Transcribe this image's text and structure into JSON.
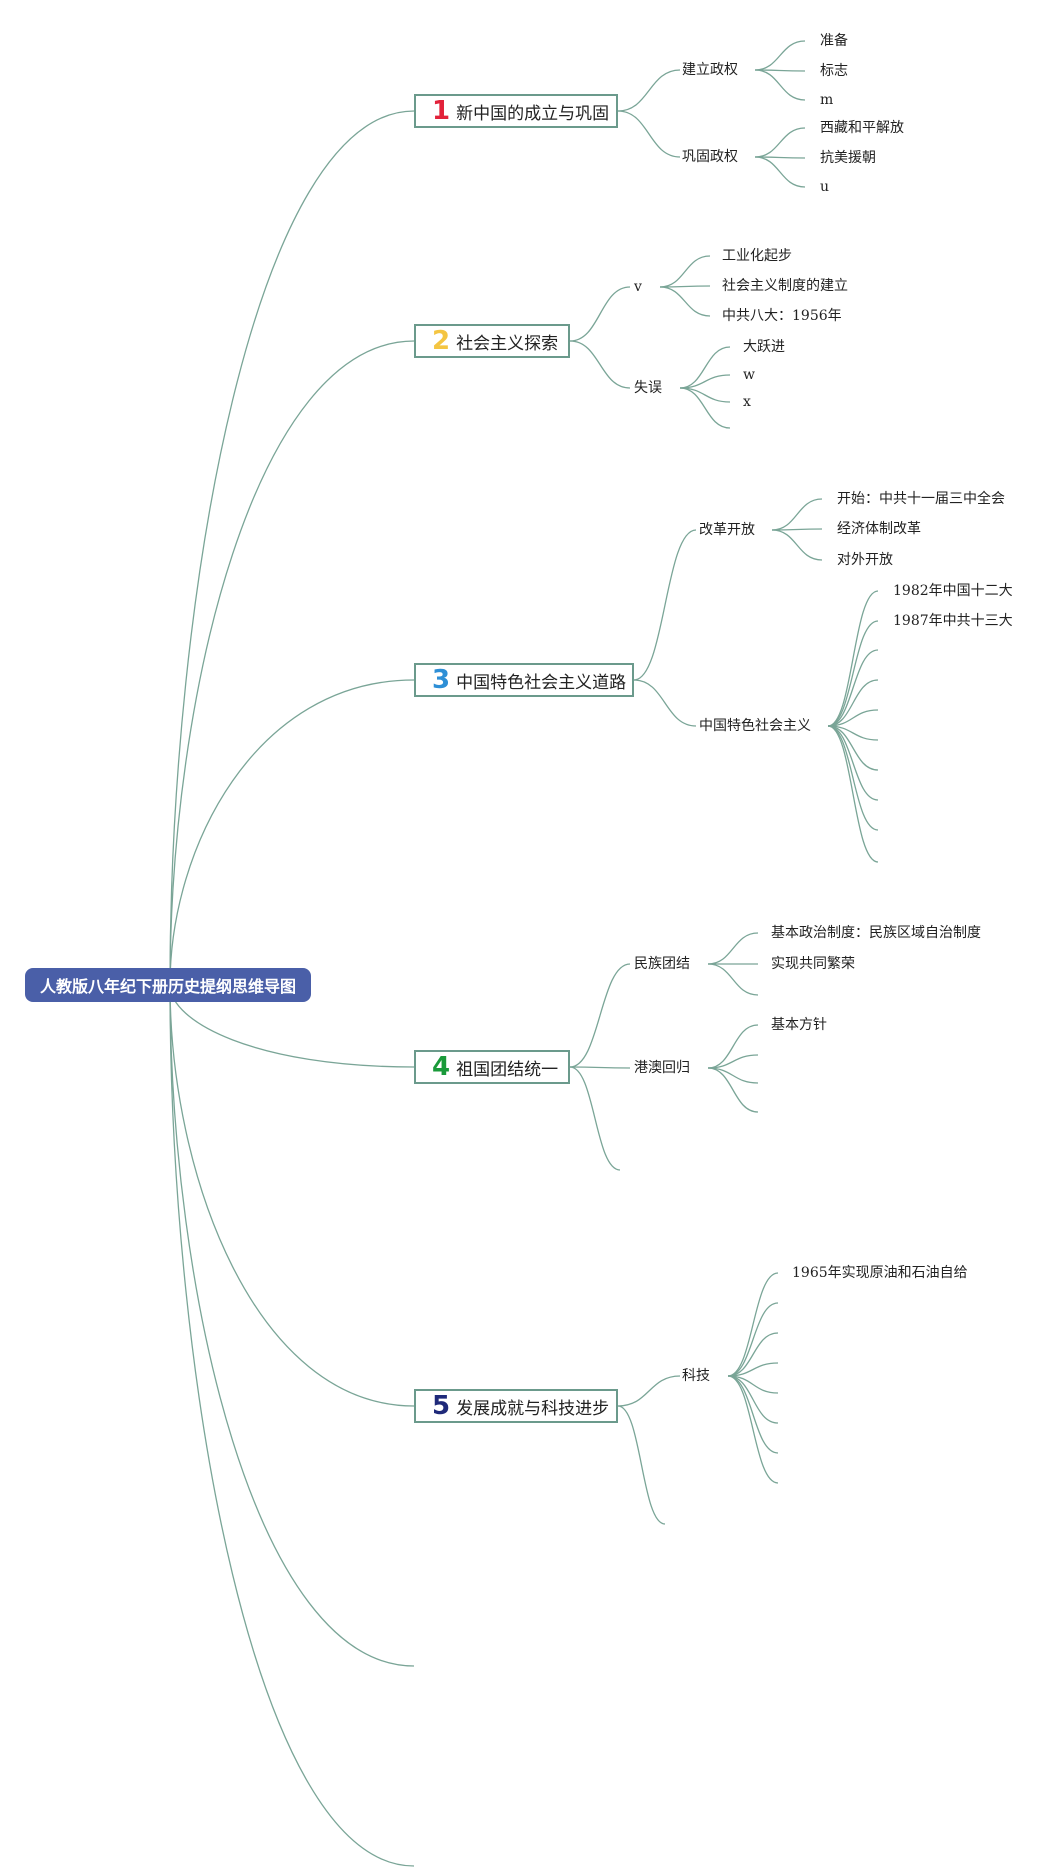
{
  "root": "人教版八年纪下册历史提纲思维导图",
  "colors": {
    "line": "#7aa597",
    "root_bg": "#4a5fa8",
    "num1": "#e2223a",
    "num2": "#f4c542",
    "num3": "#2e8fd6",
    "num4": "#1a9a3a",
    "num5": "#1f2a7a"
  },
  "topics": [
    {
      "num": "1",
      "label": "新中国的成立与巩固",
      "sub": [
        {
          "label": "建立政权",
          "leaves": [
            "准备",
            "标志",
            "m"
          ]
        },
        {
          "label": "巩固政权",
          "leaves": [
            "西藏和平解放",
            "抗美援朝",
            "u"
          ]
        }
      ]
    },
    {
      "num": "2",
      "label": "社会主义探索",
      "sub": [
        {
          "label": "v",
          "leaves": [
            "工业化起步",
            "社会主义制度的建立",
            "中共八大：1956年"
          ]
        },
        {
          "label": "失误",
          "leaves": [
            "大跃进",
            "w",
            "x",
            ""
          ]
        }
      ]
    },
    {
      "num": "3",
      "label": "中国特色社会主义道路",
      "sub": [
        {
          "label": "改革开放",
          "leaves": [
            "开始：中共十一届三中全会",
            "经济体制改革",
            "对外开放"
          ]
        },
        {
          "label": "中国特色社会主义",
          "leaves": [
            "1982年中国十二大",
            "1987年中共十三大",
            "",
            "",
            "",
            "",
            "",
            "",
            "",
            ""
          ]
        }
      ]
    },
    {
      "num": "4",
      "label": "祖国团结统一",
      "sub": [
        {
          "label": "民族团结",
          "leaves": [
            "基本政治制度：民族区域自治制度",
            "实现共同繁荣",
            ""
          ]
        },
        {
          "label": "港澳回归",
          "leaves": [
            "基本方针",
            "",
            ""
          ]
        },
        {
          "label": "",
          "leaves": []
        }
      ]
    },
    {
      "num": "5",
      "label": "发展成就与科技进步",
      "sub": [
        {
          "label": "科技",
          "leaves": [
            "1965年实现原油和石油自给",
            "",
            "",
            "",
            "",
            "",
            "",
            ""
          ]
        },
        {
          "label": "",
          "leaves": []
        }
      ]
    }
  ]
}
